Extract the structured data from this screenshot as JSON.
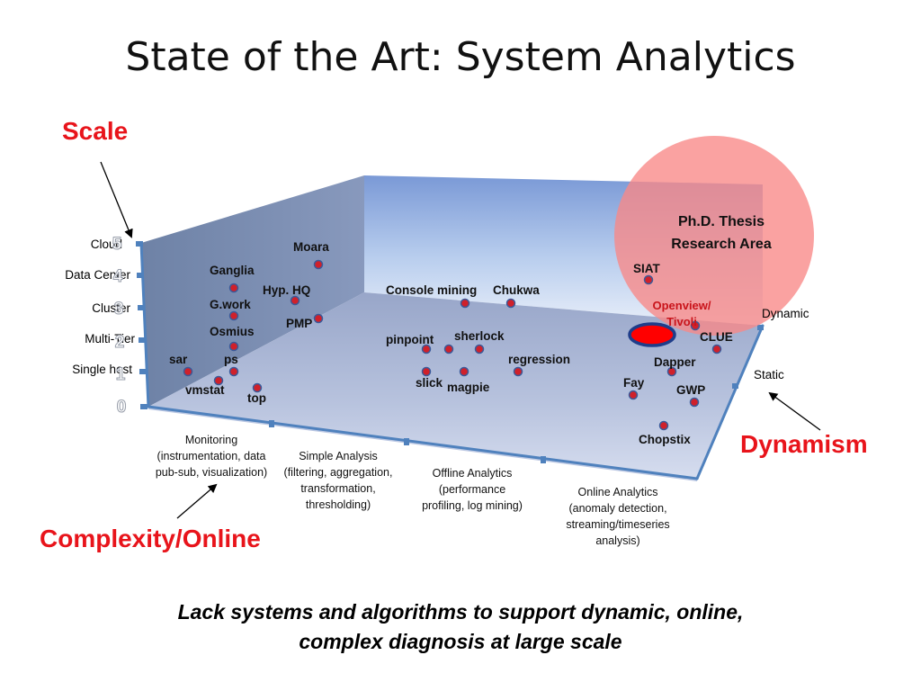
{
  "title": "State of the Art: System Analytics",
  "axes": {
    "scale": {
      "name": "Scale",
      "levels": [
        "Single host",
        "Multi-Tier",
        "Cluster",
        "Data Center",
        "Cloud"
      ],
      "ghost_numbers": [
        "0",
        "1",
        "2",
        "3",
        "4",
        "5"
      ]
    },
    "complexity": {
      "name": "Complexity/Online",
      "categories": [
        {
          "lines": [
            "Monitoring",
            "(instrumentation, data",
            "pub-sub, visualization)"
          ]
        },
        {
          "lines": [
            "Simple Analysis",
            "(filtering, aggregation,",
            "transformation,",
            "thresholding)"
          ]
        },
        {
          "lines": [
            "Offline Analytics",
            "(performance",
            "profiling, log mining)"
          ]
        },
        {
          "lines": [
            "Online Analytics",
            "(anomaly detection,",
            "streaming/timeseries",
            "analysis)"
          ]
        }
      ]
    },
    "dynamism": {
      "name": "Dynamism",
      "levels": [
        "Static",
        "Dynamic"
      ]
    }
  },
  "systems": [
    "sar",
    "vmstat",
    "ps",
    "top",
    "Osmius",
    "G.work",
    "Ganglia",
    "Moara",
    "Hyp. HQ",
    "PMP",
    "Console mining",
    "Chukwa",
    "pinpoint",
    "sherlock",
    "regression",
    "slick",
    "magpie",
    "SIAT",
    "CLUE",
    "Dapper",
    "Fay",
    "GWP",
    "Chopstix"
  ],
  "highlight": {
    "bubble_lines": [
      "Ph.D. Thesis",
      "Research Area"
    ],
    "marker_lines": [
      "Openview/",
      "Tivoli"
    ],
    "bubble_color": "#f98886",
    "marker_color": "#ff0000"
  },
  "colors": {
    "accent_red": "#e8141b",
    "axis_blue": "#4f81bd",
    "dot_red": "#d0202a"
  },
  "conclusion_lines": [
    "Lack systems and algorithms to support dynamic, online,",
    "complex diagnosis at large scale"
  ]
}
